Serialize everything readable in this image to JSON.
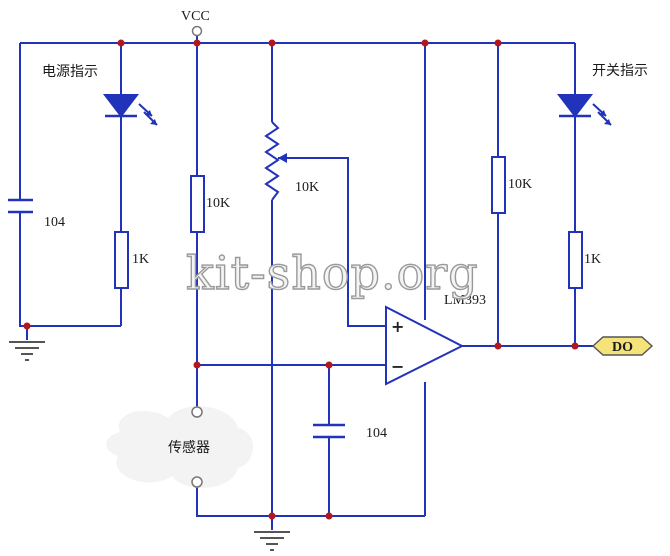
{
  "labels": {
    "vcc": "VCC",
    "power_indicator": "电源指示",
    "switch_indicator": "开关指示",
    "cap_left": "104",
    "cap_bottom": "104",
    "res_1k_left": "1K",
    "res_10k_left": "10K",
    "pot_10k": "10K",
    "res_10k_right": "10K",
    "res_1k_right": "1K",
    "comparator": "LM393",
    "plus": "+",
    "minus": "−",
    "output": "DO",
    "sensor": "传感器"
  },
  "watermark": {
    "text": "kit-shop.org"
  },
  "colors": {
    "wire": "#2233bb",
    "node": "#b3171d",
    "ground": "#555555"
  }
}
